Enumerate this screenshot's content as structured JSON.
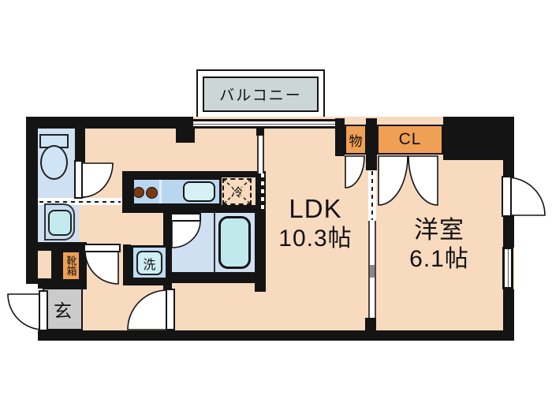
{
  "balcony": {
    "label": "バルコニー"
  },
  "rooms": {
    "ldk": {
      "name": "LDK",
      "size": "10.3帖"
    },
    "western_room": {
      "name": "洋室",
      "size": "6.1帖"
    },
    "entrance": {
      "label": "玄"
    },
    "shoe_box": {
      "label": "靴箱"
    },
    "laundry": {
      "label": "洗"
    },
    "refrigerator": {
      "label": "冷"
    },
    "storage": {
      "label": "物"
    },
    "closet": {
      "label": "CL"
    }
  },
  "colors": {
    "wall": "#141414",
    "floor_peach": "#f8dabe",
    "wet_room_blue": "#cfe0f2",
    "fixture_cyan": "#c3ebef",
    "counter_blue": "#b9d6f0",
    "accent_orange": "#f0a055",
    "entrance_gray": "#cbcbcb",
    "balcony_gray": "#ccd6d6",
    "burner_brown": "#7b3a10"
  }
}
